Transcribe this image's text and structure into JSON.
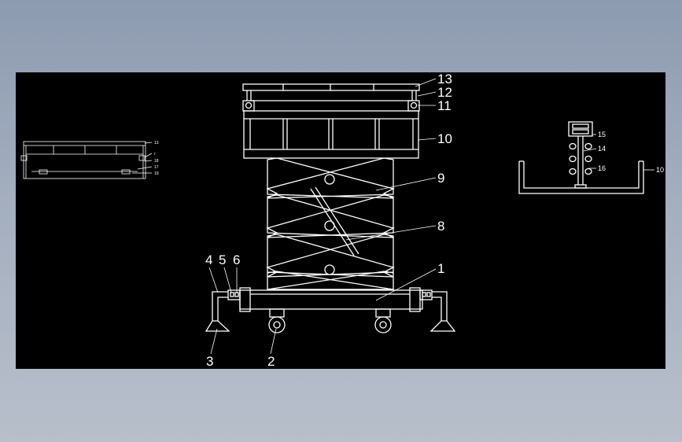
{
  "drawing": {
    "background_color": "#000000",
    "line_color": "#ffffff",
    "main_view_callouts": [
      "13",
      "12",
      "11",
      "10",
      "9",
      "8",
      "1",
      "4",
      "5",
      "6",
      "3",
      "2"
    ],
    "side_view_callouts": [
      "15",
      "14",
      "16",
      "10"
    ],
    "top_view_callouts": [
      "13",
      "r",
      "18",
      "17",
      "19"
    ]
  }
}
